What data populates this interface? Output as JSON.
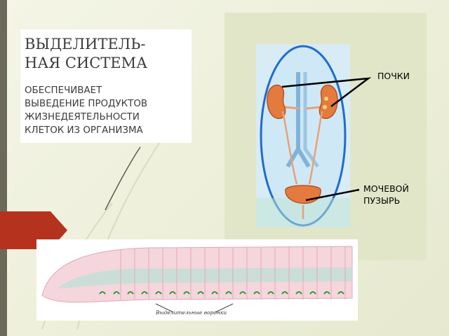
{
  "slide": {
    "title": "ВЫДЕЛИТЕЛЬ-\nНАЯ СИСТЕМА",
    "description": "ОБЕСПЕЧИВАЕТ\nВЫВЕДЕНИЕ ПРОДУКТОВ\nЖИЗНЕДЕЯТЕЛЬНОСТИ\nКЛЕТОК ИЗ ОРГАНИЗМА"
  },
  "figure": {
    "label_kidneys": "ПОЧКИ",
    "label_bladder": "МОЧЕВОЙ\nПУЗЫРЬ",
    "worm_caption": "Выделительные воронки"
  },
  "colors": {
    "accent_arrow": "#b4321e",
    "kidney": "#e47a3e",
    "background": "#eef0dc"
  }
}
